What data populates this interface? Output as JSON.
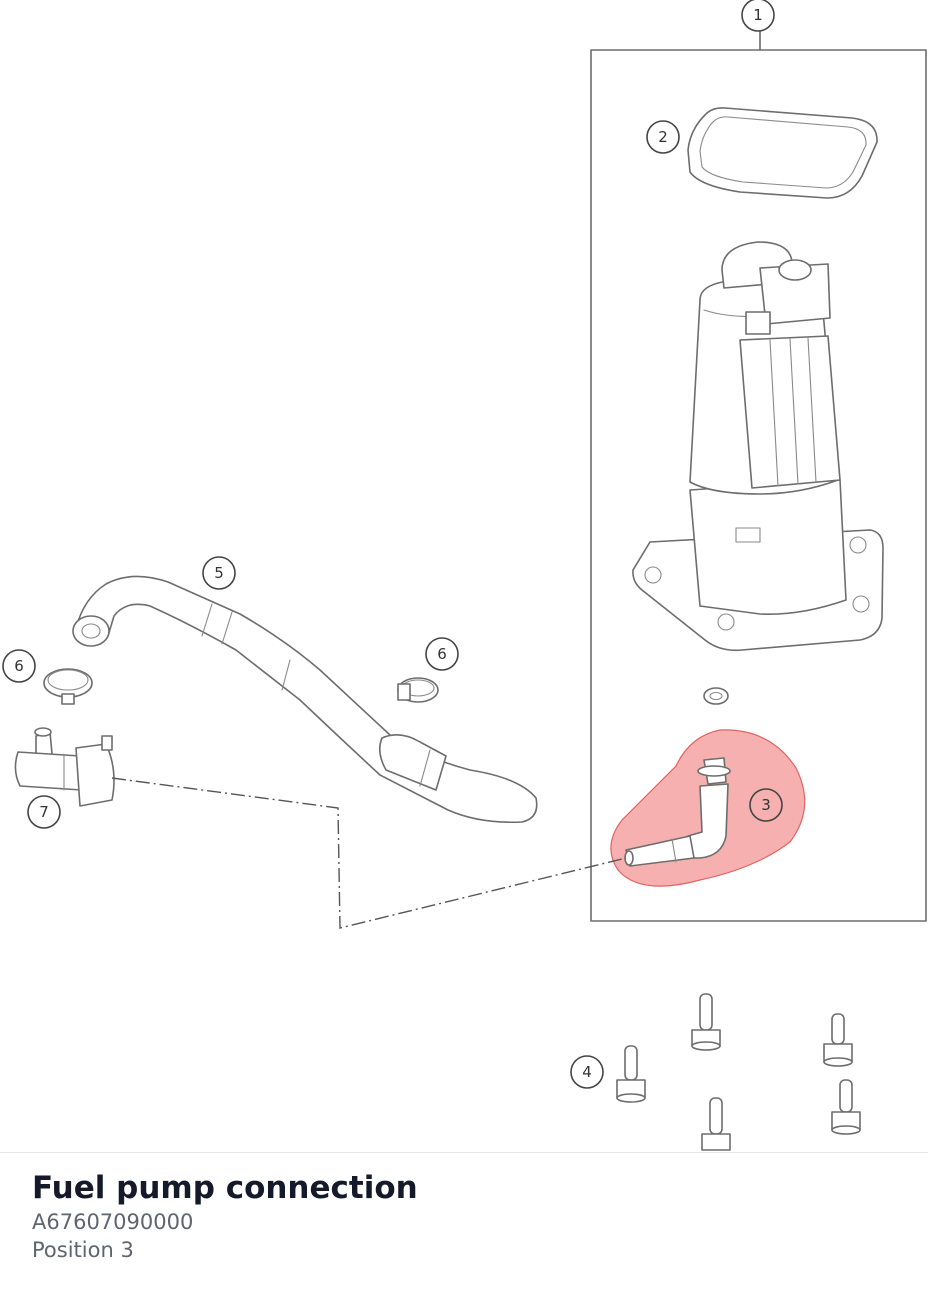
{
  "part": {
    "title": "Fuel pump connection",
    "number": "A67607090000",
    "position": "Position 3"
  },
  "diagram": {
    "highlight_color": "#f08080",
    "callouts": {
      "c1": "1",
      "c2": "2",
      "c3": "3",
      "c4": "4",
      "c5": "5",
      "c6a": "6",
      "c6b": "6",
      "c7": "7"
    },
    "highlighted_callout": "3"
  }
}
